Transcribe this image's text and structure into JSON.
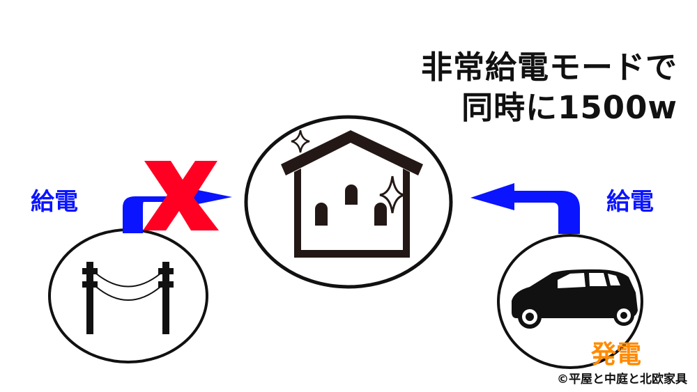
{
  "headline": {
    "line1": "非常給電モードで",
    "line2": "同時に1500w"
  },
  "left": {
    "label": "給電",
    "icon": "utility-pole-icon",
    "status": "blocked",
    "blocked_mark": "cross-mark-icon"
  },
  "center": {
    "icon": "house-with-sparkles-icon"
  },
  "right": {
    "label": "給電",
    "icon": "car-icon",
    "source_label": "発電"
  },
  "copyright": "©平屋と中庭と北欧家具",
  "colors": {
    "arrow_blue": "#0a14ff",
    "cross_red": "#ff0022",
    "generation_orange": "#ff8a00",
    "ink": "#111111",
    "house_brown": "#231815"
  }
}
